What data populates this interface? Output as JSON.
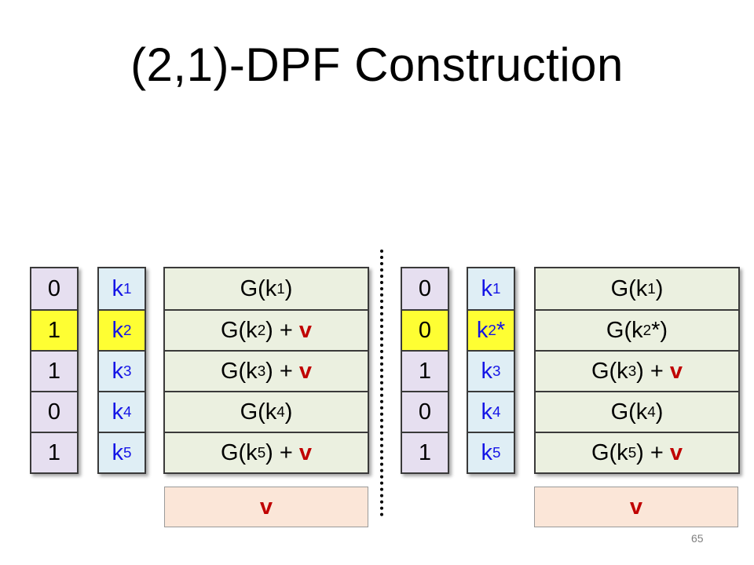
{
  "title": "(2,1)-DPF Construction",
  "page_number": "65",
  "colors": {
    "bit_cell": "#e6dff0",
    "highlight": "#fefe33",
    "key_cell": "#dfeef5",
    "key_text": "#1414e6",
    "g_cell": "#ebf0e0",
    "v_box": "#fbe6d8",
    "v_text": "#c00000"
  },
  "left": {
    "bits": [
      "0",
      "1",
      "1",
      "0",
      "1"
    ],
    "highlight_row": 1,
    "keys": [
      {
        "base": "k",
        "sub": "1",
        "suffix": ""
      },
      {
        "base": "k",
        "sub": "2",
        "suffix": ""
      },
      {
        "base": "k",
        "sub": "3",
        "suffix": ""
      },
      {
        "base": "k",
        "sub": "4",
        "suffix": ""
      },
      {
        "base": "k",
        "sub": "5",
        "suffix": ""
      }
    ],
    "gvals": [
      {
        "prefix": "G(k",
        "sub": "1",
        "rest": ")",
        "plus": ""
      },
      {
        "prefix": "G(k",
        "sub": "2",
        "rest": ") + ",
        "plus": "v"
      },
      {
        "prefix": "G(k",
        "sub": "3",
        "rest": ") + ",
        "plus": "v"
      },
      {
        "prefix": "G(k",
        "sub": "4",
        "rest": ")",
        "plus": ""
      },
      {
        "prefix": "G(k",
        "sub": "5",
        "rest": ") + ",
        "plus": "v"
      }
    ],
    "v_label": "v"
  },
  "right": {
    "bits": [
      "0",
      "0",
      "1",
      "0",
      "1"
    ],
    "highlight_row": 1,
    "keys": [
      {
        "base": "k",
        "sub": "1",
        "suffix": ""
      },
      {
        "base": "k",
        "sub": "2",
        "suffix": "*"
      },
      {
        "base": "k",
        "sub": "3",
        "suffix": ""
      },
      {
        "base": "k",
        "sub": "4",
        "suffix": ""
      },
      {
        "base": "k",
        "sub": "5",
        "suffix": ""
      }
    ],
    "gvals": [
      {
        "prefix": "G(k",
        "sub": "1",
        "rest": ")",
        "plus": ""
      },
      {
        "prefix": "G(k",
        "sub": "2",
        "rest": "*)",
        "plus": ""
      },
      {
        "prefix": "G(k",
        "sub": "3",
        "rest": ") + ",
        "plus": "v"
      },
      {
        "prefix": "G(k",
        "sub": "4",
        "rest": ")",
        "plus": ""
      },
      {
        "prefix": "G(k",
        "sub": "5",
        "rest": ") + ",
        "plus": "v"
      }
    ],
    "v_label": "v"
  }
}
